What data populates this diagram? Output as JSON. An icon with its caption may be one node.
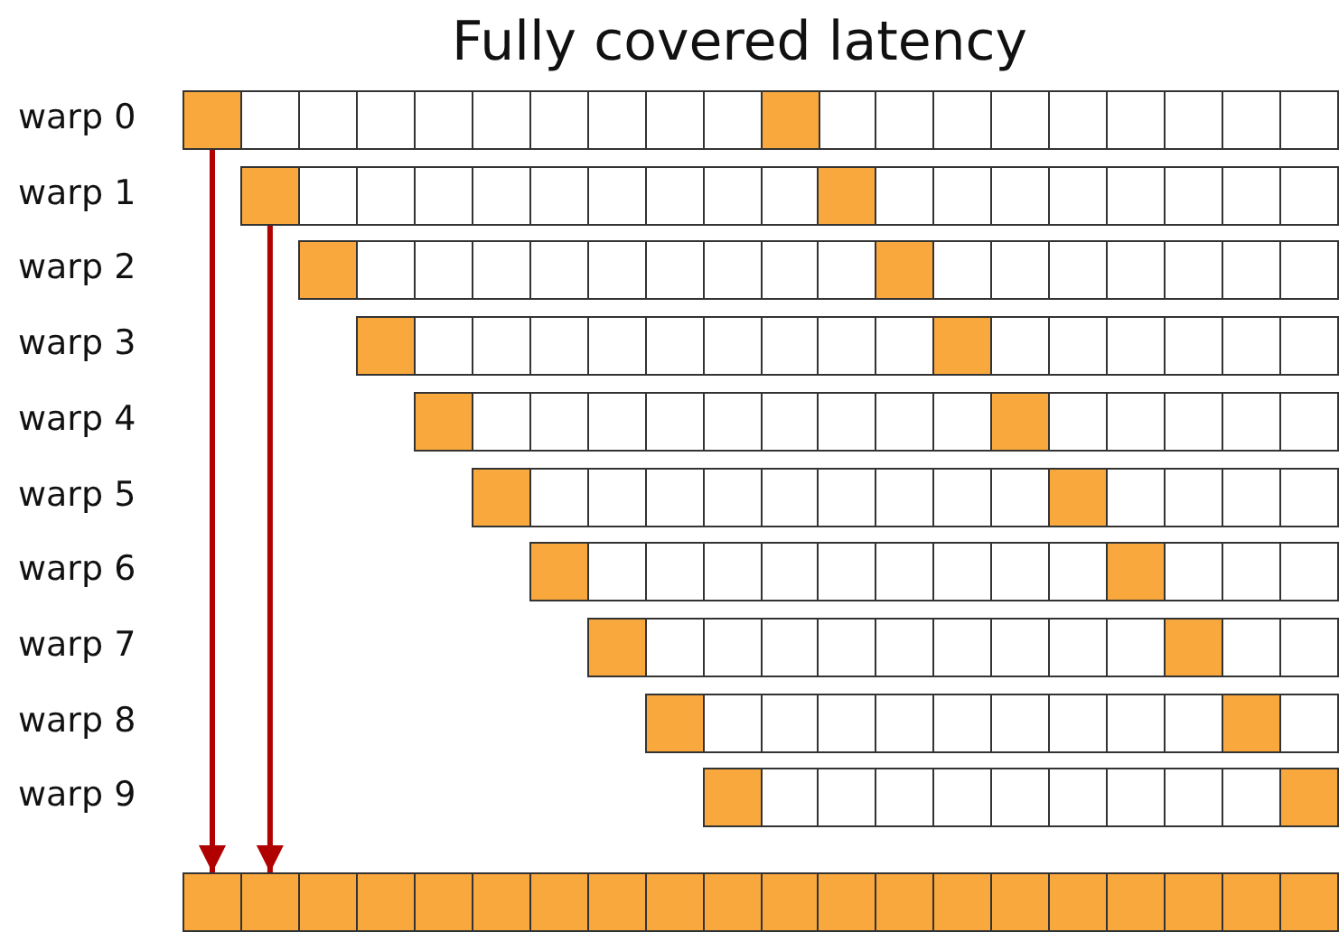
{
  "diagram": {
    "title": "Fully covered latency",
    "nodes": [
      {
        "text": [],
        "shape": "box"
      },
      {
        "text": [],
        "shape": "box"
      },
      {
        "text": [],
        "shape": "box"
      },
      {
        "text": [],
        "shape": "box"
      },
      {
        "text": [],
        "shape": "box"
      },
      {
        "text": [],
        "shape": "box"
      },
      {
        "text": [],
        "shape": "box"
      },
      {
        "text": [],
        "shape": "box"
      },
      {
        "text": [],
        "shape": "box"
      },
      {
        "text": [],
        "shape": "box"
      },
      {
        "text": [],
        "shape": "box"
      },
      {
        "text": [],
        "shape": "box"
      },
      {
        "text": [],
        "shape": "box"
      },
      {
        "text": [],
        "shape": "box"
      },
      {
        "text": [],
        "shape": "box"
      },
      {
        "text": [],
        "shape": "box"
      },
      {
        "text": [],
        "shape": "box"
      },
      {
        "text": [],
        "shape": "box"
      },
      {
        "text": [],
        "shape": "box"
      },
      {
        "text": [],
        "shape": "box"
      },
      {
        "text": [],
        "shape": "box"
      },
      {
        "text": [],
        "shape": "box"
      },
      {
        "text": [],
        "shape": "box"
      },
      {
        "text": [],
        "shape": "box"
      },
      {
        "text": [],
        "shape": "box"
      },
      {
        "text": [],
        "shape": "box"
      },
      {
        "text": [],
        "shape": "box"
      },
      {
        "text": [],
        "shape": "box"
      },
      {
        "text": [],
        "shape": "box"
      },
      {
        "text": [],
        "shape": "box"
      },
      {
        "text": [],
        "shape": "box"
      },
      {
        "text": [],
        "shape": "box"
      },
      {
        "text": [],
        "shape": "box"
      },
      {
        "text": [],
        "shape": "box"
      },
      {
        "text": [],
        "shape": "box"
      },
      {
        "text": [],
        "shape": "box"
      },
      {
        "text": [],
        "shape": "box"
      },
      {
        "text": [],
        "shape": "box"
      },
      {
        "text": [],
        "shape": "box"
      },
      {
        "text": [],
        "shape": "box"
      }
    ],
    "edges": [
      {
        "from": 0,
        "to": 20,
        "arrow": "to"
      },
      {
        "from": 2,
        "to": 21,
        "arrow": "to"
      }
    ],
    "labels": [
      "warp 0",
      "warp 1",
      "warp 2",
      "warp 3",
      "warp 4",
      "warp 5",
      "warp 6",
      "warp 7",
      "warp 8",
      "warp 9"
    ]
  }
}
